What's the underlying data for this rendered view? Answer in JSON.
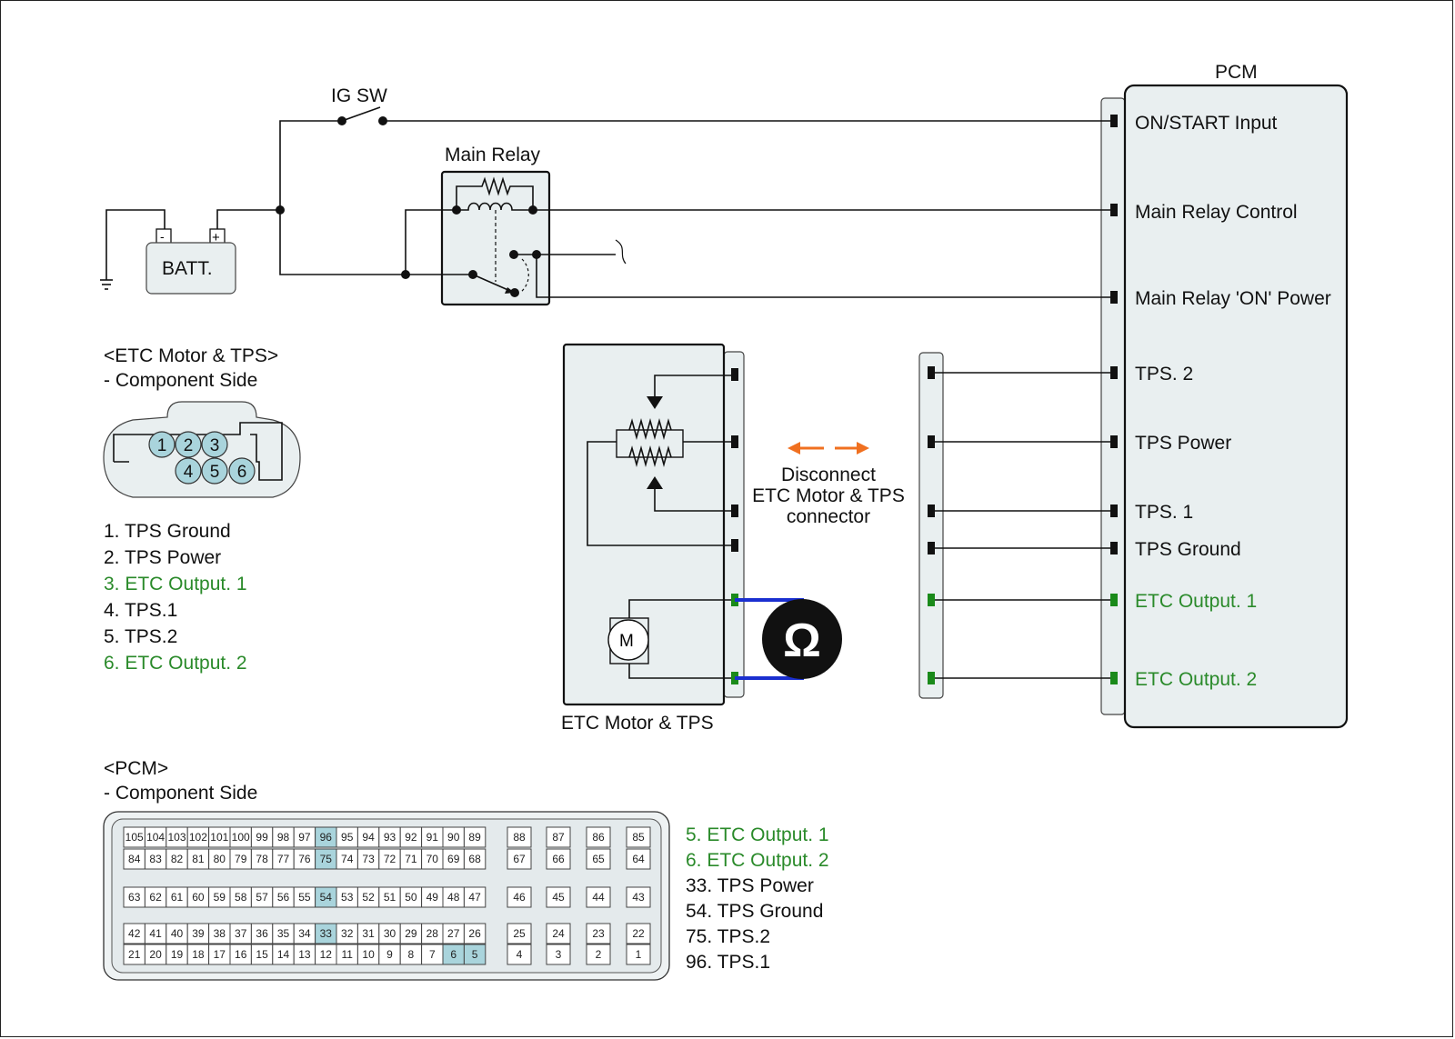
{
  "switches": {
    "ig_sw": "IG SW"
  },
  "battery": {
    "label": "BATT.",
    "minus": "-",
    "plus": "+"
  },
  "relay": {
    "label": "Main Relay"
  },
  "pcm": {
    "title": "PCM",
    "pins": [
      {
        "label": "ON/START Input",
        "color": "#111111"
      },
      {
        "label": "Main Relay Control",
        "color": "#111111"
      },
      {
        "label": "Main Relay 'ON' Power",
        "color": "#111111"
      },
      {
        "label": "TPS. 2",
        "color": "#111111"
      },
      {
        "label": "TPS Power",
        "color": "#111111"
      },
      {
        "label": "TPS. 1",
        "color": "#111111"
      },
      {
        "label": "TPS Ground",
        "color": "#111111"
      },
      {
        "label": "ETC Output. 1",
        "color": "#2a8a2a"
      },
      {
        "label": "ETC Output. 2",
        "color": "#2a8a2a"
      }
    ]
  },
  "etc": {
    "label": "ETC Motor & TPS",
    "motor": "M",
    "disconnect_lines": [
      "Disconnect",
      "ETC Motor & TPS",
      "connector"
    ],
    "ohm_symbol": "Ω"
  },
  "etc_connector": {
    "title": "<ETC Motor & TPS>",
    "subtitle": "- Component Side",
    "pin_numbers": [
      "1",
      "2",
      "3",
      "4",
      "5",
      "6"
    ],
    "legend": [
      {
        "text": "1. TPS Ground",
        "color": "#111111"
      },
      {
        "text": "2. TPS Power",
        "color": "#111111"
      },
      {
        "text": "3. ETC Output. 1",
        "color": "#2a8a2a"
      },
      {
        "text": "4. TPS.1",
        "color": "#111111"
      },
      {
        "text": "5. TPS.2",
        "color": "#111111"
      },
      {
        "text": "6. ETC Output. 2",
        "color": "#2a8a2a"
      }
    ]
  },
  "pcm_connector": {
    "title": "<PCM>",
    "subtitle": "- Component Side",
    "highlight_pins": [
      96,
      75,
      54,
      33,
      6,
      5
    ],
    "highlight_color": "#a9d4dc",
    "rows": [
      {
        "main": [
          105,
          104,
          103,
          102,
          101,
          100,
          99,
          98,
          97,
          96,
          95,
          94,
          93,
          92,
          91,
          90,
          89
        ],
        "side": [
          88,
          87,
          86,
          85
        ]
      },
      {
        "main": [
          84,
          83,
          82,
          81,
          80,
          79,
          78,
          77,
          76,
          75,
          74,
          73,
          72,
          71,
          70,
          69,
          68
        ],
        "side": [
          67,
          66,
          65,
          64
        ]
      },
      {
        "main": [
          63,
          62,
          61,
          60,
          59,
          58,
          57,
          56,
          55,
          54,
          53,
          52,
          51,
          50,
          49,
          48,
          47
        ],
        "side": [
          46,
          45,
          44,
          43
        ]
      },
      {
        "main": [
          42,
          41,
          40,
          39,
          38,
          37,
          36,
          35,
          34,
          33,
          32,
          31,
          30,
          29,
          28,
          27,
          26
        ],
        "side": [
          25,
          24,
          23,
          22
        ]
      },
      {
        "main": [
          21,
          20,
          19,
          18,
          17,
          16,
          15,
          14,
          13,
          12,
          11,
          10,
          9,
          8,
          7,
          6,
          5
        ],
        "side": [
          4,
          3,
          2,
          1
        ]
      }
    ],
    "legend": [
      {
        "text": "5. ETC Output. 1",
        "color": "#2a8a2a"
      },
      {
        "text": "6. ETC Output. 2",
        "color": "#2a8a2a"
      },
      {
        "text": "33. TPS Power",
        "color": "#111111"
      },
      {
        "text": "54. TPS Ground",
        "color": "#111111"
      },
      {
        "text": "75. TPS.2",
        "color": "#111111"
      },
      {
        "text": "96. TPS.1",
        "color": "#111111"
      }
    ]
  },
  "colors": {
    "box_fill": "#e9eff0",
    "pin_fill": "#a9d4dc",
    "arrow": "#f07020",
    "meter_lead": "#1a2fd0",
    "terminal_green": "#1a8a1a"
  }
}
